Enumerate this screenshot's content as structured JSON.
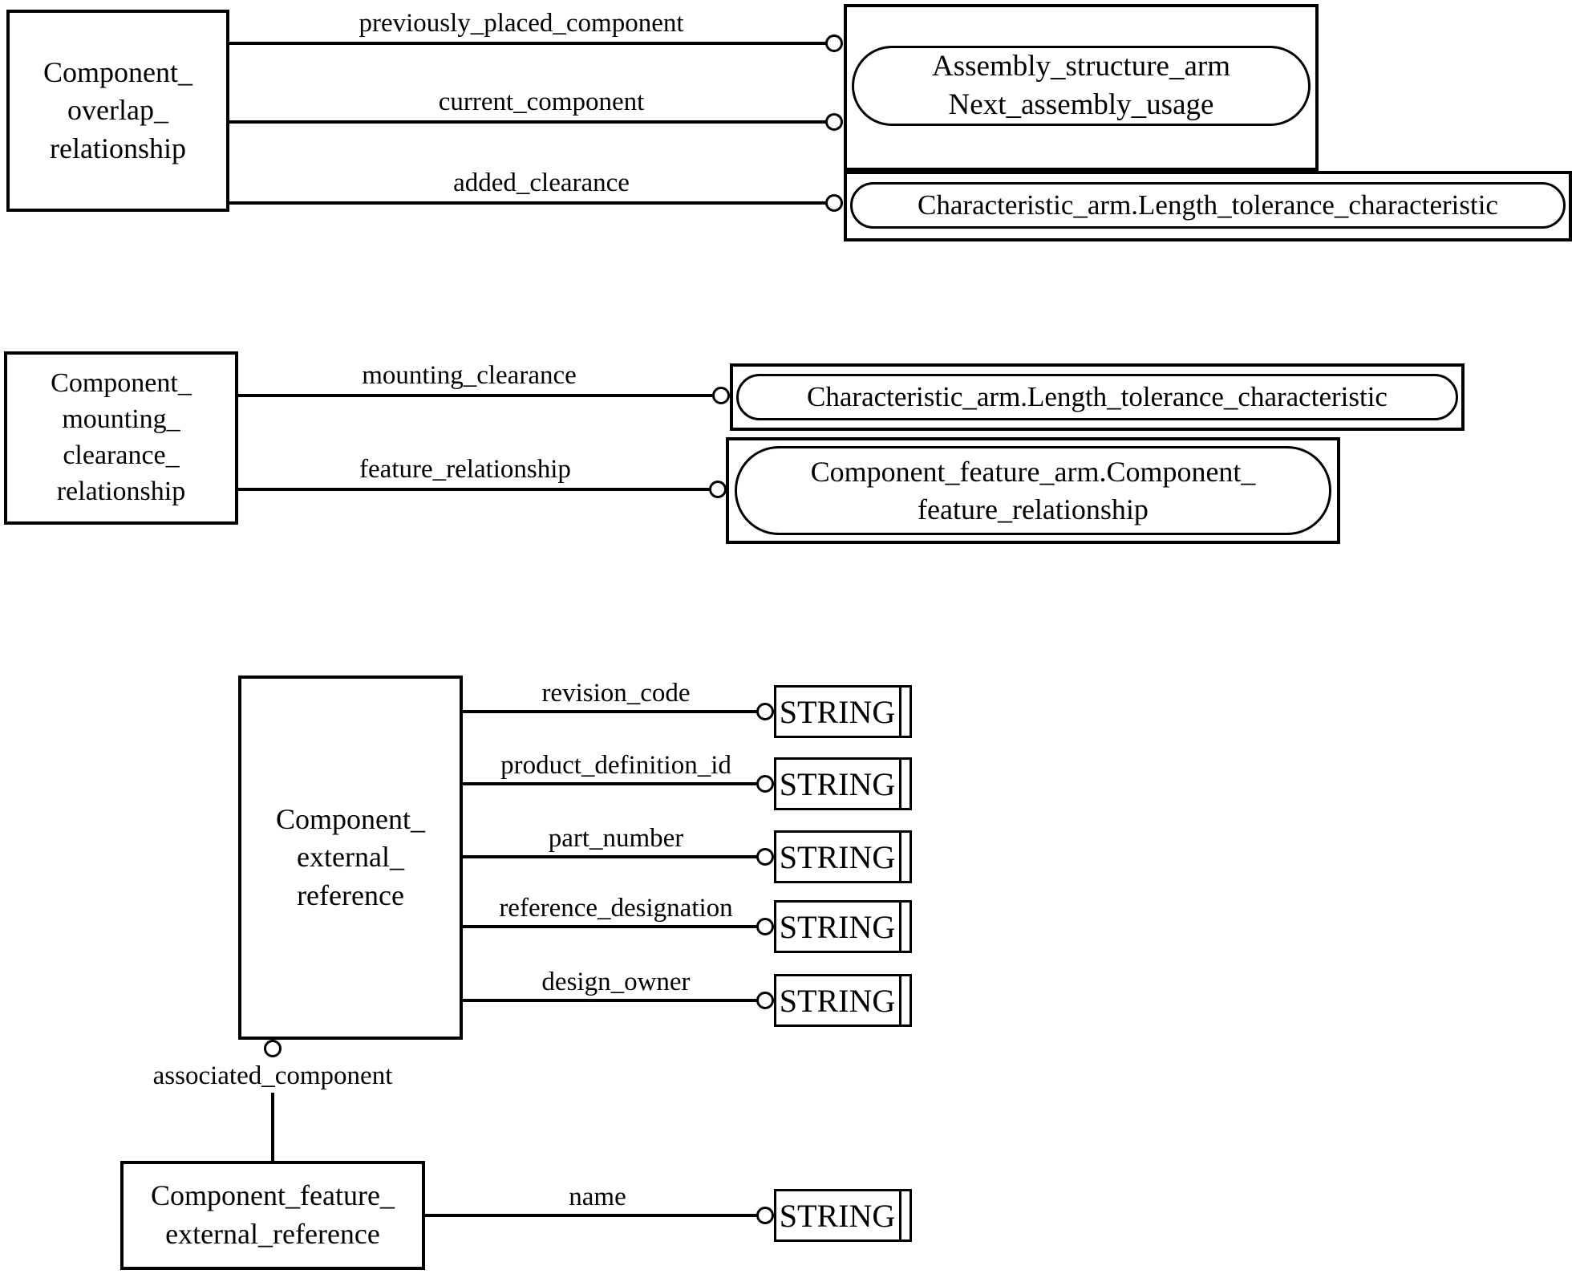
{
  "diagram_type": "EXPRESS-G schema diagram",
  "nodes": {
    "component_overlap_relationship": {
      "label": "Component_\noverlap_\nrelationship"
    },
    "assembly_next_usage": {
      "label": "Assembly_structure_arm\nNext_assembly_usage"
    },
    "characteristic_length_tolerance": {
      "label": "Characteristic_arm.Length_tolerance_characteristic"
    },
    "component_mounting_clearance_relationship": {
      "label": "Component_\nmounting_\nclearance_\nrelationship"
    },
    "component_feature_relationship": {
      "label": "Component_feature_arm.Component_\nfeature_relationship"
    },
    "component_external_reference": {
      "label": "Component_\nexternal_\nreference"
    },
    "component_feature_external_reference": {
      "label": "Component_feature_\nexternal_reference"
    }
  },
  "types": {
    "string": "STRING"
  },
  "edges": {
    "previously_placed_component": {
      "label": "previously_placed_component"
    },
    "current_component": {
      "label": "current_component"
    },
    "added_clearance": {
      "label": "added_clearance"
    },
    "mounting_clearance": {
      "label": "mounting_clearance"
    },
    "feature_relationship": {
      "label": "feature_relationship"
    },
    "revision_code": {
      "label": "revision_code"
    },
    "product_definition_id": {
      "label": "product_definition_id"
    },
    "part_number": {
      "label": "part_number"
    },
    "reference_designation": {
      "label": "reference_designation"
    },
    "design_owner": {
      "label": "design_owner"
    },
    "associated_component": {
      "label": "associated_component"
    },
    "name": {
      "label": "name"
    }
  },
  "colors": {
    "ink": "#000000",
    "paper": "#ffffff"
  }
}
